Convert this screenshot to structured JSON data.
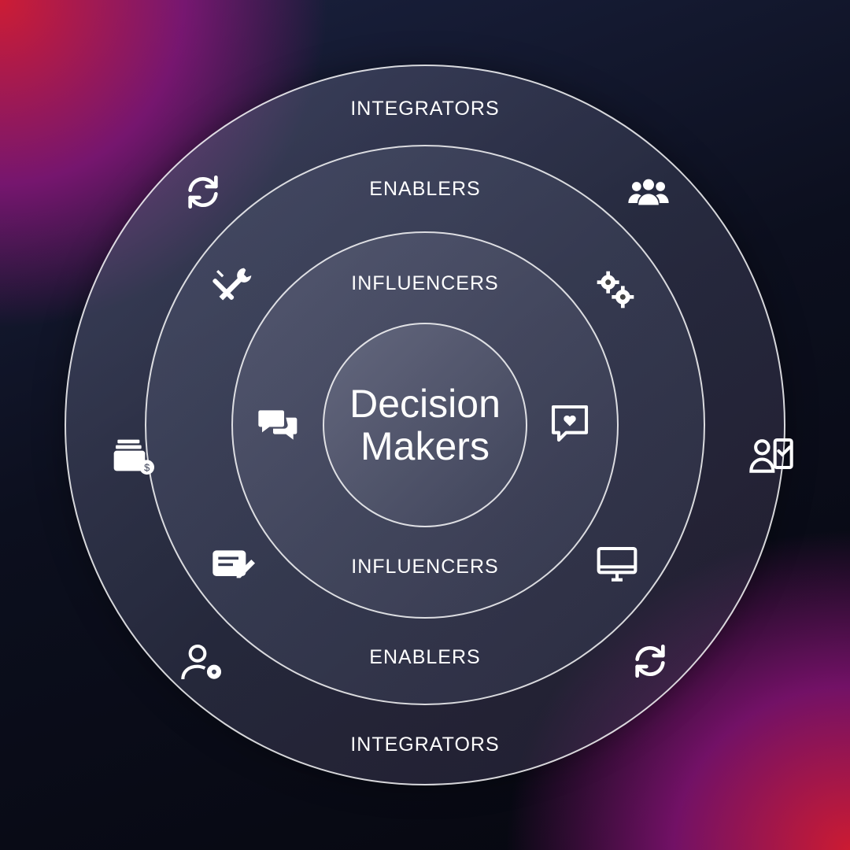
{
  "center": {
    "line1": "Decision",
    "line2": "Makers"
  },
  "rings": {
    "integrators_top": "INTEGRATORS",
    "enablers_top": "ENABLERS",
    "influencers_top": "INFLUENCERS",
    "influencers_bottom": "INFLUENCERS",
    "enablers_bottom": "ENABLERS",
    "integrators_bottom": "INTEGRATORS"
  },
  "icons": [
    "sync-icon",
    "group-icon",
    "tools-icon",
    "gears-icon",
    "chat-icon",
    "heart-comment-icon",
    "wallet-dollar-icon",
    "user-check-icon",
    "edit-note-icon",
    "monitor-icon",
    "user-settings-icon",
    "sync-icon"
  ],
  "colors": {
    "ring_stroke": "#ffffff",
    "text": "#ffffff",
    "accent_red": "#d61c34",
    "accent_magenta": "#96148c"
  }
}
